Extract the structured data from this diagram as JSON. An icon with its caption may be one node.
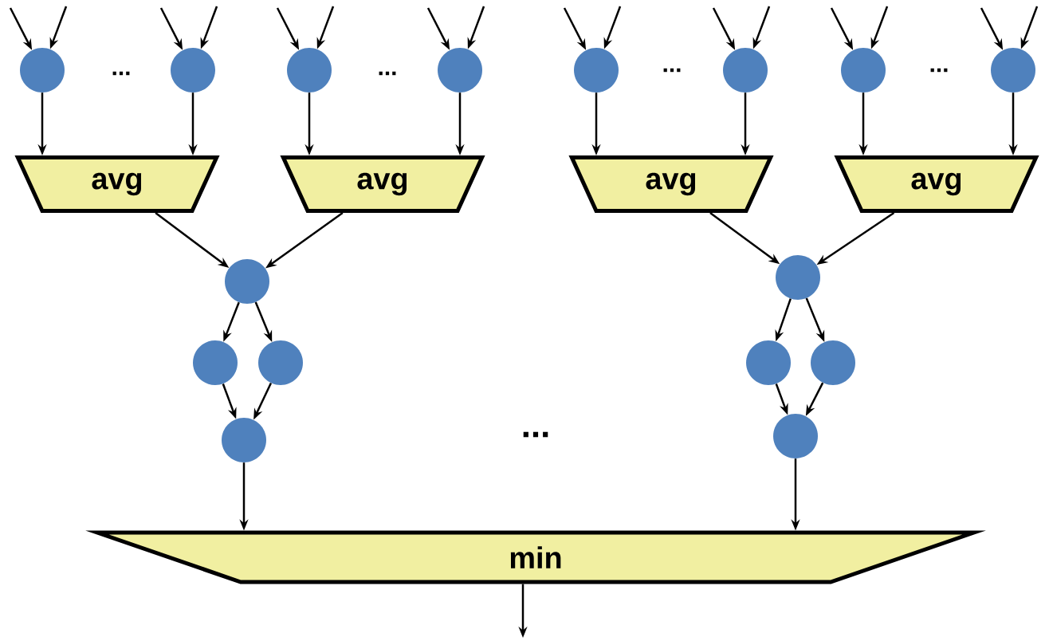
{
  "diagram": {
    "nodes": [
      {
        "text": [],
        "shape": "circle"
      },
      {
        "text": [],
        "shape": "circle"
      },
      {
        "text": [],
        "shape": "circle"
      },
      {
        "text": [],
        "shape": "circle"
      },
      {
        "text": [],
        "shape": "circle"
      },
      {
        "text": [],
        "shape": "circle"
      },
      {
        "text": [],
        "shape": "circle"
      },
      {
        "text": [],
        "shape": "circle"
      },
      {
        "text": [
          "avg"
        ]
      },
      {
        "text": [
          "avg"
        ]
      },
      {
        "text": [
          "avg"
        ]
      },
      {
        "text": [
          "avg"
        ]
      },
      {
        "text": [],
        "shape": "circle"
      },
      {
        "text": [],
        "shape": "circle"
      },
      {
        "text": [],
        "shape": "circle"
      },
      {
        "text": [],
        "shape": "circle"
      },
      {
        "text": [],
        "shape": "circle"
      },
      {
        "text": [],
        "shape": "circle"
      },
      {
        "text": [],
        "shape": "circle"
      },
      {
        "text": [],
        "shape": "circle"
      },
      {
        "text": [
          "min"
        ]
      }
    ],
    "edges": [
      {
        "from": null,
        "to": 0,
        "arrow": "to"
      },
      {
        "from": null,
        "to": 0,
        "arrow": "to"
      },
      {
        "from": null,
        "to": 1,
        "arrow": "to"
      },
      {
        "from": null,
        "to": 1,
        "arrow": "to"
      },
      {
        "from": null,
        "to": 2,
        "arrow": "to"
      },
      {
        "from": null,
        "to": 2,
        "arrow": "to"
      },
      {
        "from": null,
        "to": 3,
        "arrow": "to"
      },
      {
        "from": null,
        "to": 3,
        "arrow": "to"
      },
      {
        "from": null,
        "to": 4,
        "arrow": "to"
      },
      {
        "from": null,
        "to": 4,
        "arrow": "to"
      },
      {
        "from": null,
        "to": 5,
        "arrow": "to"
      },
      {
        "from": null,
        "to": 5,
        "arrow": "to"
      },
      {
        "from": null,
        "to": 6,
        "arrow": "to"
      },
      {
        "from": null,
        "to": 6,
        "arrow": "to"
      },
      {
        "from": null,
        "to": 7,
        "arrow": "to"
      },
      {
        "from": null,
        "to": 7,
        "arrow": "to"
      },
      {
        "from": 0,
        "to": 8,
        "arrow": "to"
      },
      {
        "from": 1,
        "to": 8,
        "arrow": "to"
      },
      {
        "from": 2,
        "to": 9,
        "arrow": "to"
      },
      {
        "from": 3,
        "to": 9,
        "arrow": "to"
      },
      {
        "from": 4,
        "to": 10,
        "arrow": "to"
      },
      {
        "from": 5,
        "to": 10,
        "arrow": "to"
      },
      {
        "from": 6,
        "to": 11,
        "arrow": "to"
      },
      {
        "from": 7,
        "to": 11,
        "arrow": "to"
      },
      {
        "from": 8,
        "to": 12,
        "arrow": "to"
      },
      {
        "from": 9,
        "to": 12,
        "arrow": "to"
      },
      {
        "from": 10,
        "to": 16,
        "arrow": "to"
      },
      {
        "from": 11,
        "to": 16,
        "arrow": "to"
      },
      {
        "from": 12,
        "to": 13,
        "arrow": "to"
      },
      {
        "from": 12,
        "to": 14,
        "arrow": "to"
      },
      {
        "from": 13,
        "to": 15,
        "arrow": "to"
      },
      {
        "from": 14,
        "to": 15,
        "arrow": "to"
      },
      {
        "from": 16,
        "to": 17,
        "arrow": "to"
      },
      {
        "from": 16,
        "to": 18,
        "arrow": "to"
      },
      {
        "from": 17,
        "to": 19,
        "arrow": "to"
      },
      {
        "from": 18,
        "to": 19,
        "arrow": "to"
      },
      {
        "from": 15,
        "to": 20,
        "arrow": "to"
      },
      {
        "from": 19,
        "to": 20,
        "arrow": "to"
      },
      {
        "from": 20,
        "to": null,
        "arrow": "to"
      }
    ],
    "labels": [
      "...",
      "...",
      "...",
      "...",
      "..."
    ]
  }
}
